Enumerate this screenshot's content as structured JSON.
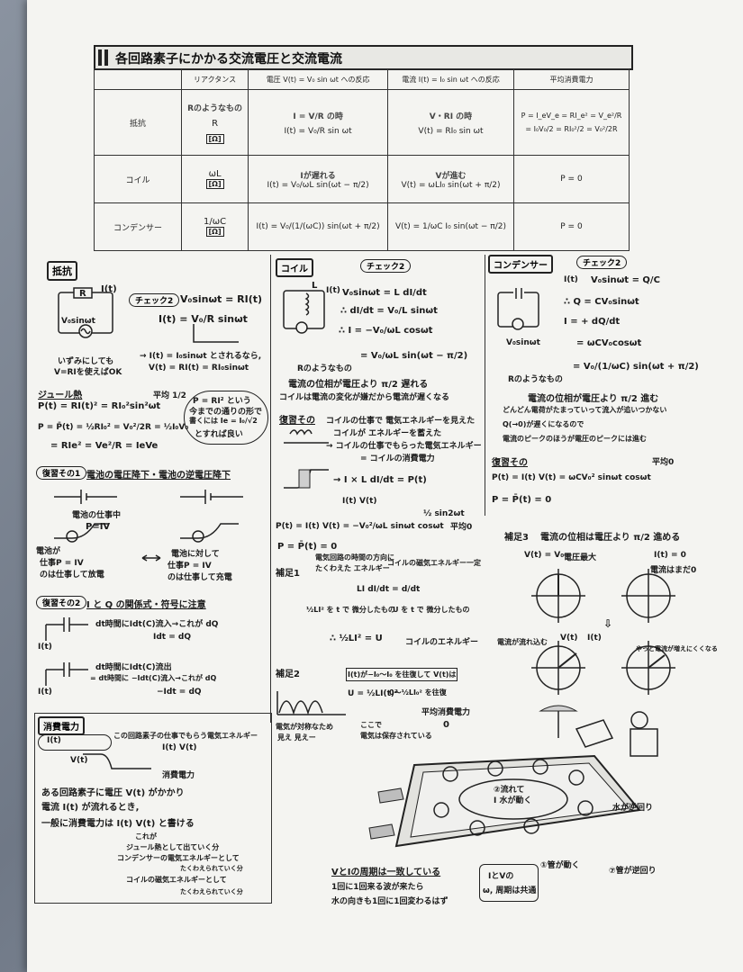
{
  "title": "各回路素子にかかる交流電圧と交流電流",
  "table": {
    "headers": [
      "リアクタンス",
      "電圧 V(t) = V₀ sin ωt への反応",
      "電流 I(t) = I₀ sin ωt への反応",
      "平均消費電力"
    ],
    "subheader": "Rのようなもの",
    "subheader_v": "I = V/R の時",
    "subheader_i": "V・RI の時",
    "rows": [
      {
        "name": "抵抗",
        "reactance": "R",
        "unit": "[Ω]",
        "voltage": "I(t) = V₀/R sin ωt",
        "current": "V(t) = RI₀ sin ωt",
        "power1": "P = I_eV_e = RI_e² = V_e²/R",
        "power2": "= I₀V₀/2 = RI₀²/2 = V₀²/2R"
      },
      {
        "name": "コイル",
        "reactance": "ωL",
        "unit": "[Ω]",
        "voltage_note": "Iが遅れる",
        "voltage": "I(t) = V₀/ωL sin(ωt − π/2)",
        "current_note": "Vが進む",
        "current": "V(t) = ωLI₀ sin(ωt + π/2)",
        "power1": "P = 0"
      },
      {
        "name": "コンデンサー",
        "reactance": "1/ωC",
        "unit": "[Ω]",
        "voltage": "I(t) = V₀/(1/(ωC)) sin(ωt + π/2)",
        "current": "V(t) = 1/ωC I₀ sin(ωt − π/2)",
        "power1": "P = 0"
      }
    ]
  },
  "sections": {
    "resistance": {
      "heading": "抵抗",
      "it": "I(t)",
      "check": "チェック2",
      "eq1": "V₀sinωt = RI(t)",
      "eq2": "I(t) = V₀/R sinωt",
      "R": "R",
      "src": "V₀sinωt",
      "note1": "いずみにしても",
      "note2": "V=RIを使えばOK",
      "note3": "→ I(t) = I₀sinωt とされるなら,",
      "note4": "V(t) = RI(t) = RI₀sinωt",
      "joule": "ジュール熱",
      "p1": "P(t) = RI(t)² = RI₀²sin²ωt",
      "avg": "平均 1/2",
      "p2": "P = P̄(t) = ½RI₀² = V₀²/2R = ½I₀V₀",
      "p3": "= RIe² = Ve²/R = IeVe",
      "bubble1": "P = RI² という",
      "bubble2": "今までの通りの形で",
      "bubble3": "書くには Ie = I₀/√2",
      "bubble4": "とすれば良い",
      "review1": "復習その1",
      "review1_text": "電池の電圧降下・電池の逆電圧降下",
      "charge": "電池の仕事中",
      "pIV": "P=IV",
      "drop1": "電池が",
      "drop2": "仕事P = IV",
      "drop3": "のは仕事して放電",
      "charge2": "電池に対して",
      "charge3": "仕事P = IV",
      "charge4": "のは仕事して充電",
      "review2": "復習その2",
      "review2_text": "I と Q の関係式・符号に注意",
      "q1": "dt時間にIdt(C)流入→これが dQ",
      "q2": "Idt = dQ",
      "q3": "dt時間にIdt(C)流出",
      "q4": "= dt時間に −Idt(C)流入→これが dQ",
      "q5": "−Idt = dQ",
      "it1": "I(t)",
      "it2": "I(t)"
    },
    "consumption": {
      "heading": "消費電力",
      "it": "I(t)",
      "vt": "V(t)",
      "desc1": "この回路素子の仕事でもらう電気エネルギー",
      "desc2": "I(t) V(t)",
      "desc3": "消費電力",
      "line1": "ある回路素子に電圧 V(t) がかかり",
      "line2": "電流 I(t) が流れるとき,",
      "line3": "一般に消費電力は I(t) V(t) と書ける",
      "sub1": "これが",
      "sub2": "ジュール熱として出ていく分",
      "sub3": "コンデンサーの電気エネルギーとして",
      "sub4": "たくわえられていく分",
      "sub5": "コイルの磁気エネルギーとして",
      "sub6": "たくわえられていく分"
    },
    "coil": {
      "heading": "コイル",
      "check": "チェック2",
      "L": "L",
      "it": "I(t)",
      "eq1": "V₀sinωt = L dI/dt",
      "eq2": "∴ dI/dt = V₀/L sinωt",
      "eq3": "∴ I = −V₀/ωL cosωt",
      "eq4": "= V₀/ωL sin(ωt − π/2)",
      "react": "Rのようなもの",
      "phase": "電流の位相が電圧より π/2 遅れる",
      "note1": "コイルは電流の変化が嫌だから電流が遅くなる",
      "review": "復習その",
      "note2": "コイルの仕事で 電気エネルギーを見えた",
      "note3": "コイルが エネルギーを蓄えた",
      "note4": "→ コイルの仕事でもらった電気エネルギー",
      "note5": "= コイルの消費電力",
      "eq5": "→ I × L dI/dt = P(t)",
      "eq6": "I(t)  V(t)",
      "p1": "P(t) = I(t) V(t) = −V₀²/ωL sinωt cosωt",
      "half": "½ sin2ωt",
      "avg0": "平均0",
      "p2": "P = P̄(t) = 0",
      "sup1": "補足1",
      "sup1a": "電気回路の時間の方向に",
      "sup1b": "たくわえた エネルギー",
      "sup1c": "コイルの磁気エネルギー一定",
      "sup1d": "LI dI/dt = d/dt",
      "sup1e": "½LI² を t で 微分したもの",
      "sup1f": "U を t で 微分したもの",
      "sup1g": "∴ ½LI² = U",
      "sup1h": "コイルのエネルギー",
      "sup2": "補足2",
      "sup2a": "I(t)が−I₀〜I₀ を往復して V(t)は",
      "sup2b": "U = ½LI(t)²",
      "sup2c": "0〜½LI₀² を往復",
      "sup2d": "平均消費電力",
      "sup2e": "0",
      "sup2f": "電気が対称なため",
      "sup2g": "見え 見えー",
      "sup2h": "ここで",
      "sup2i": "電気は保存されている"
    },
    "capacitor": {
      "heading": "コンデンサー",
      "check": "チェック2",
      "it": "I(t)",
      "eq1": "V₀sinωt = Q/C",
      "eq2": "∴ Q = CV₀sinωt",
      "eq3": "I = + dQ/dt",
      "eq4": "= ωCV₀cosωt",
      "eq5": "= V₀/(1/ωC) sin(ωt + π/2)",
      "src": "V₀sinωt",
      "react": "Rのようなもの",
      "phase": "電流の位相が電圧より π/2 進む",
      "note1": "どんどん電荷がたまっていって流入が追いつかない",
      "note2": "Q(→0)が遅くになるので",
      "note3": "電流のピークのほうが電圧のピークには進む",
      "review": "復習その",
      "avg0": "平均0",
      "p1": "P(t) = I(t) V(t) = ωCV₀² sinωt cosωt",
      "p2": "P = P̄(t) = 0",
      "sup3": "補足3",
      "sup3a": "電流の位相は電圧より π/2 進める",
      "vt": "V(t) = V₀",
      "vmax": "電圧最大",
      "it0": "I(t) = 0",
      "idec": "電流はまだ0",
      "vt2": "V(t)",
      "it2": "I(t)",
      "arrow": "⇩",
      "arrowcap": "電流が流れ込む",
      "arrowcap2": "やっと電流が増えにくくなる"
    },
    "pool": {
      "period1": "VとIの周期は一致している",
      "period2": "1回に1回来る波が来たら",
      "period3": "水の向きも1回に1回変わるはず",
      "ratio1": "IとVの",
      "ratio2": "ω, 周期は共通",
      "lbl1": "①管が動く",
      "lbl2": "⑦管が逆回り",
      "lbl3": "②流れて",
      "lbl4": "I 水が動く",
      "lbl5": "水が逆回り"
    }
  }
}
